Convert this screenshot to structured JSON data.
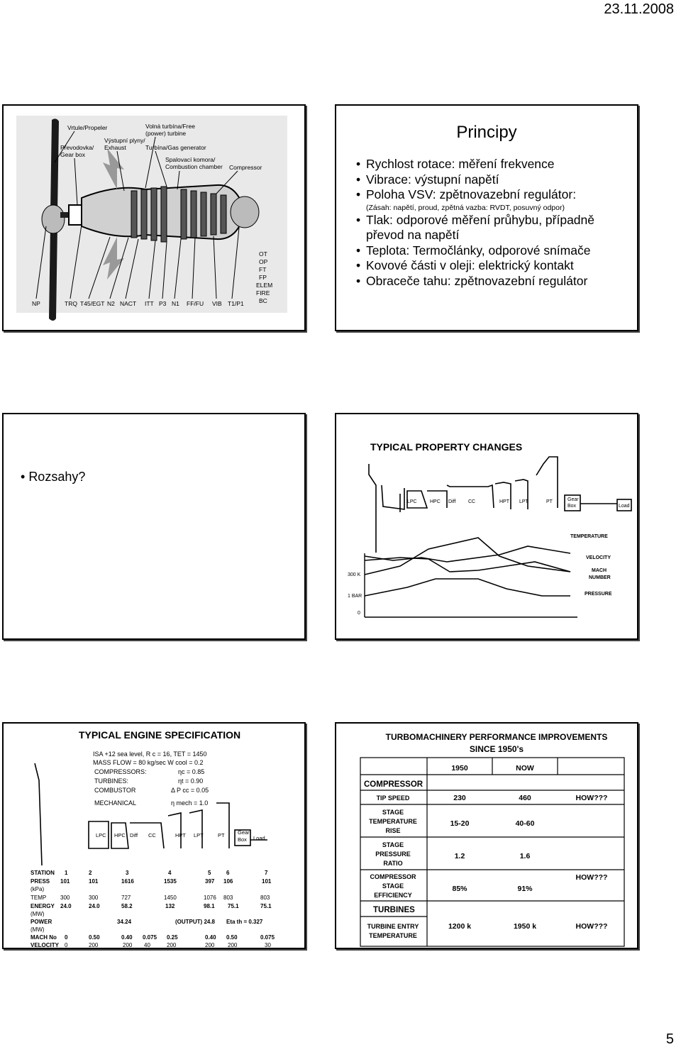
{
  "page": {
    "date": "23.11.2008",
    "number": "5"
  },
  "slide1": {
    "top_labels": [
      "Vrtule/Propeler",
      "Převodovka/\nGear box",
      "Výstupní plyny/\nExhaust",
      "Volná turbína/Free\n(power) turbine",
      "Turbína/Gas generator",
      "Spalovací komora/\nCombustion chamber",
      "Compressor"
    ],
    "bottom_labels": [
      "NP",
      "TRQ",
      "T45/EGT",
      "N2",
      "NACT",
      "ITT",
      "P3",
      "N1",
      "FF/FU",
      "VIB",
      "T1/P1"
    ],
    "side_labels": [
      "OT",
      "OP",
      "FT",
      "FP",
      "ELEM",
      "FIRE",
      "BC"
    ]
  },
  "slide2": {
    "title": "Principy",
    "bullets": [
      "Rychlost rotace: měření frekvence",
      "Vibrace: výstupní napětí",
      "Poloha VSV: zpětnovazební regulátor:",
      "(Zásah: napětí, proud, zpětná vazba: RVDT, posuvný odpor)",
      "Tlak: odporové měření průhybu, případně převod na napětí",
      "Teplota: Termočlánky, odporové snímače",
      "Kovové části v oleji: elektrický kontakt",
      "Obraceče tahu: zpětnovazební regulátor"
    ]
  },
  "slide3": {
    "bullet": "Rozsahy?"
  },
  "slide4": {
    "title": "TYPICAL PROPERTY CHANGES",
    "components": [
      "LPC",
      "HPC",
      "Diff",
      "CC",
      "HPT",
      "LPT",
      "PT",
      "Gear\nBox",
      "Load"
    ],
    "curve_labels": [
      "TEMPERATURE",
      "VELOCITY",
      "MACH\nNUMBER",
      "PRESSURE"
    ],
    "axis_labels": [
      "300 K",
      "1 BAR",
      "0"
    ]
  },
  "slide5": {
    "title": "TYPICAL ENGINE SPECIFICATION",
    "spec_lines": [
      "ISA +12 sea level,  R c = 16, TET = 1450",
      "MASS FLOW = 80 kg/sec  W cool = 0.2",
      "COMPRESSORS:",
      "TURBINES:",
      "COMBUSTOR",
      "MECHANICAL"
    ],
    "spec_values": [
      "ηc = 0.85",
      "ηt = 0.90",
      "Δ P cc = 0.05",
      "η  mech = 1.0"
    ],
    "components": [
      "LPC",
      "HPC",
      "Diff",
      "CC",
      "HPT",
      "LPT",
      "PT",
      "Gear\nBox",
      "Load"
    ],
    "table": {
      "rows": [
        [
          "STATION",
          "1",
          "2",
          "3",
          "4",
          "5",
          "6",
          "7"
        ],
        [
          "PRESS\n(kPa)",
          "101",
          "101",
          "1616",
          "1535",
          "397",
          "106",
          "101"
        ],
        [
          "TEMP",
          "300",
          "300",
          "727",
          "1450",
          "1076",
          "803",
          "803"
        ],
        [
          "ENERGY\n(MW)",
          "24.0",
          "24.0",
          "58.2",
          "132",
          "98.1",
          "75.1",
          "75.1"
        ],
        [
          "POWER\n(MW)",
          "34.24",
          "(OUTPUT) 24.8",
          "Eta th = 0.327"
        ],
        [
          "MACH No",
          "0",
          "0.50",
          "0.40",
          "0.075",
          "0.25",
          "0.40",
          "0.50",
          "0.075"
        ],
        [
          "VELOCITY",
          "0",
          "200",
          "200",
          "40",
          "200",
          "200",
          "200",
          "30"
        ]
      ]
    }
  },
  "slide6": {
    "title": "TURBOMACHINERY PERFORMANCE IMPROVEMENTS\nSINCE 1950's",
    "col_headers": [
      "1950",
      "NOW"
    ],
    "section_compressor": "COMPRESSOR",
    "section_turbines": "TURBINES",
    "rows": [
      {
        "label": "TIP SPEED",
        "v1950": "230",
        "now": "460",
        "how": "HOW???"
      },
      {
        "label": "STAGE\nTEMPERATURE\nRISE",
        "v1950": "15-20",
        "now": "40-60",
        "how": ""
      },
      {
        "label": "STAGE\nPRESSURE\nRATIO",
        "v1950": "1.2",
        "now": "1.6",
        "how": ""
      },
      {
        "label": "COMPRESSOR\nSTAGE\nEFFICIENCY",
        "v1950": "85%",
        "now": "91%",
        "how": "HOW???"
      },
      {
        "label": "TURBINE ENTRY\nTEMPERATURE",
        "v1950": "1200 k",
        "now": "1950 k",
        "how": "HOW???"
      }
    ]
  }
}
